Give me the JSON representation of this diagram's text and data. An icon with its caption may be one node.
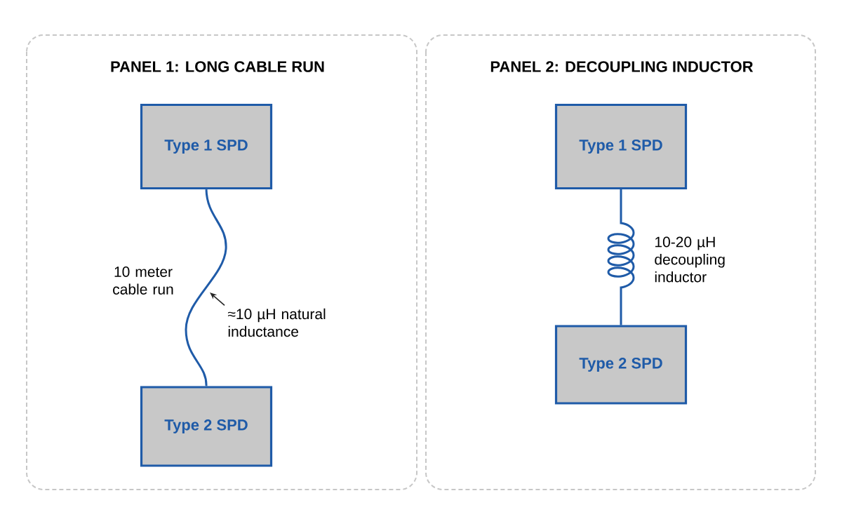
{
  "diagram": {
    "nodes": [
      {
        "text": [
          "PANEL 1: LONG CABLE RUN"
        ]
      },
      {
        "text": [
          "Type 1 SPD"
        ],
        "in": 0
      },
      {
        "text": [
          "Type 2 SPD"
        ],
        "in": 0
      },
      {
        "text": [
          "≈10 µH natural inductance"
        ],
        "in": 0
      },
      {
        "text": [
          "PANEL 2: DECOUPLING INDUCTOR"
        ]
      },
      {
        "text": [
          "Type 1 SPD"
        ],
        "in": 4
      },
      {
        "text": [
          "Type 2 SPD"
        ],
        "in": 4
      }
    ],
    "edges": [
      {
        "from": 1,
        "to": 2,
        "arrow": "none",
        "label": "10 meter cable run"
      },
      {
        "from": 3,
        "to": null,
        "arrow": "to",
        "color": "#262626"
      },
      {
        "from": 5,
        "to": 6,
        "arrow": "none",
        "label": "10-20 µH decoupling inductor"
      }
    ]
  }
}
